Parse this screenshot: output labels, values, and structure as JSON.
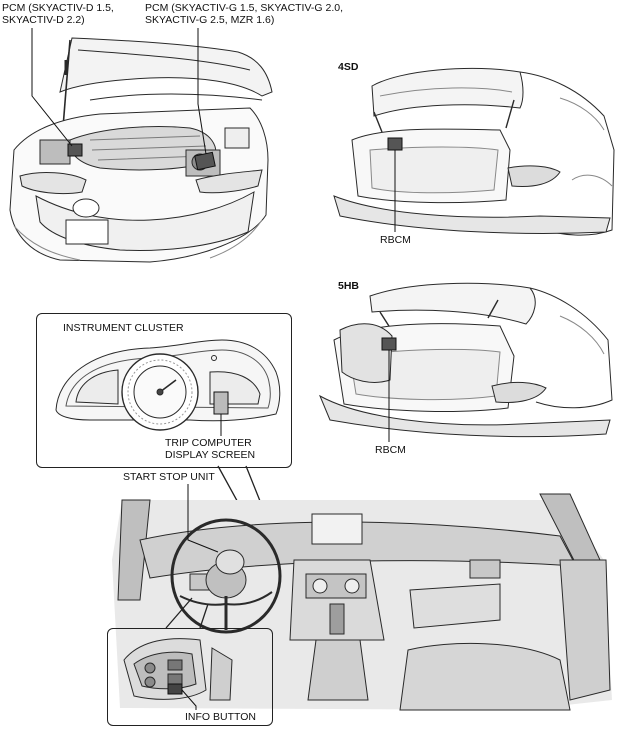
{
  "labels": {
    "pcm_diesel_line1": "PCM (SKYACTIV-D 1.5,",
    "pcm_diesel_line2": "SKYACTIV-D 2.2)",
    "pcm_gas_line1": "PCM (SKYACTIV-G 1.5, SKYACTIV-G 2.0,",
    "pcm_gas_line2": "SKYACTIV-G 2.5, MZR 1.6)",
    "variant_4sd": "4SD",
    "rbcm_4sd": "RBCM",
    "variant_5hb": "5HB",
    "rbcm_5hb": "RBCM",
    "instrument_cluster": "INSTRUMENT CLUSTER",
    "trip_computer_line1": "TRIP COMPUTER",
    "trip_computer_line2": "DISPLAY SCREEN",
    "start_stop_unit": "START STOP UNIT",
    "info_button": "INFO BUTTON"
  },
  "colors": {
    "line": "#2a2a2a",
    "light_line": "#8a8a8a",
    "shade": "#e6e6e6",
    "dark_shade": "#9a9a9a"
  }
}
